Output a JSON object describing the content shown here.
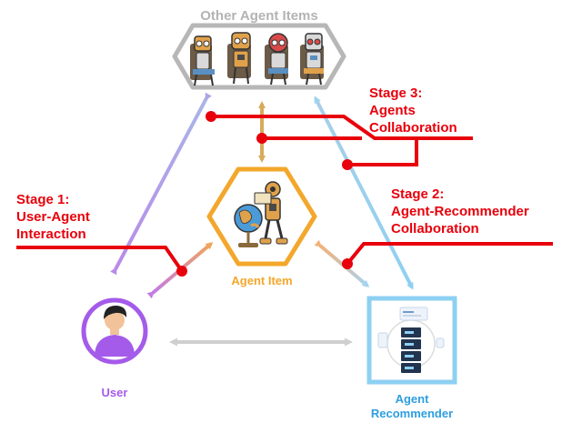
{
  "nodes": {
    "other_agents": {
      "label": "Other Agent Items",
      "color": "#b3b3b3"
    },
    "agent_item": {
      "label": "Agent Item",
      "color": "#f3a72b"
    },
    "user": {
      "label": "User",
      "color": "#a55bea"
    },
    "recommender": {
      "label_line1": "Agent",
      "label_line2": "Recommender",
      "color": "#2d9ee0",
      "border_color": "#8ed0f2"
    }
  },
  "stages": {
    "stage1": {
      "line1": "Stage 1:",
      "line2": "User-Agent",
      "line3": "Interaction"
    },
    "stage2": {
      "line1": "Stage 2:",
      "line2": "Agent-Recommender",
      "line3": "Collaboration"
    },
    "stage3": {
      "line1": "Stage 3:",
      "line2": "Agents",
      "line3": "Collaboration"
    }
  },
  "colors": {
    "stage_red": "#e8000b",
    "user_purple": "#a55bea",
    "agent_orange": "#f3a72b",
    "rec_blue": "#8ed0f2",
    "gray": "#c9c9c9"
  }
}
